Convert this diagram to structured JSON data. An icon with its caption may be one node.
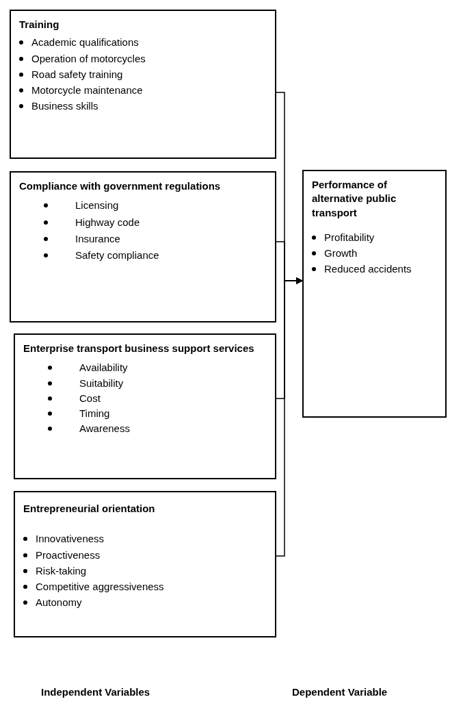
{
  "diagram": {
    "nodes": [
      {
        "text": [
          "Training",
          "Academic qualifications",
          "Operation of motorcycles",
          "Road safety training",
          "Motorcycle maintenance",
          "Business skills"
        ]
      },
      {
        "text": [
          "Compliance with government regulations",
          "Licensing",
          "Highway code",
          "Insurance",
          "Safety compliance"
        ]
      },
      {
        "text": [
          "Enterprise transport business support services",
          "Availability",
          "Suitability",
          "Cost",
          "Timing",
          "Awareness"
        ]
      },
      {
        "text": [
          "Entrepreneurial orientation",
          "Innovativeness",
          "Proactiveness",
          "Risk-taking",
          "Competitive aggressiveness",
          "Autonomy"
        ]
      },
      {
        "text": [
          "Performance of alternative public transport",
          "Profitability",
          "Growth",
          "Reduced accidents"
        ]
      }
    ],
    "edges": [
      {
        "from": 0,
        "to": 4,
        "arrow": "to"
      },
      {
        "from": 1,
        "to": 4,
        "arrow": "to"
      },
      {
        "from": 2,
        "to": 4,
        "arrow": "to"
      },
      {
        "from": 3,
        "to": 4,
        "arrow": "to"
      }
    ],
    "labels": [
      "Independent Variables",
      "Dependent Variable"
    ]
  }
}
